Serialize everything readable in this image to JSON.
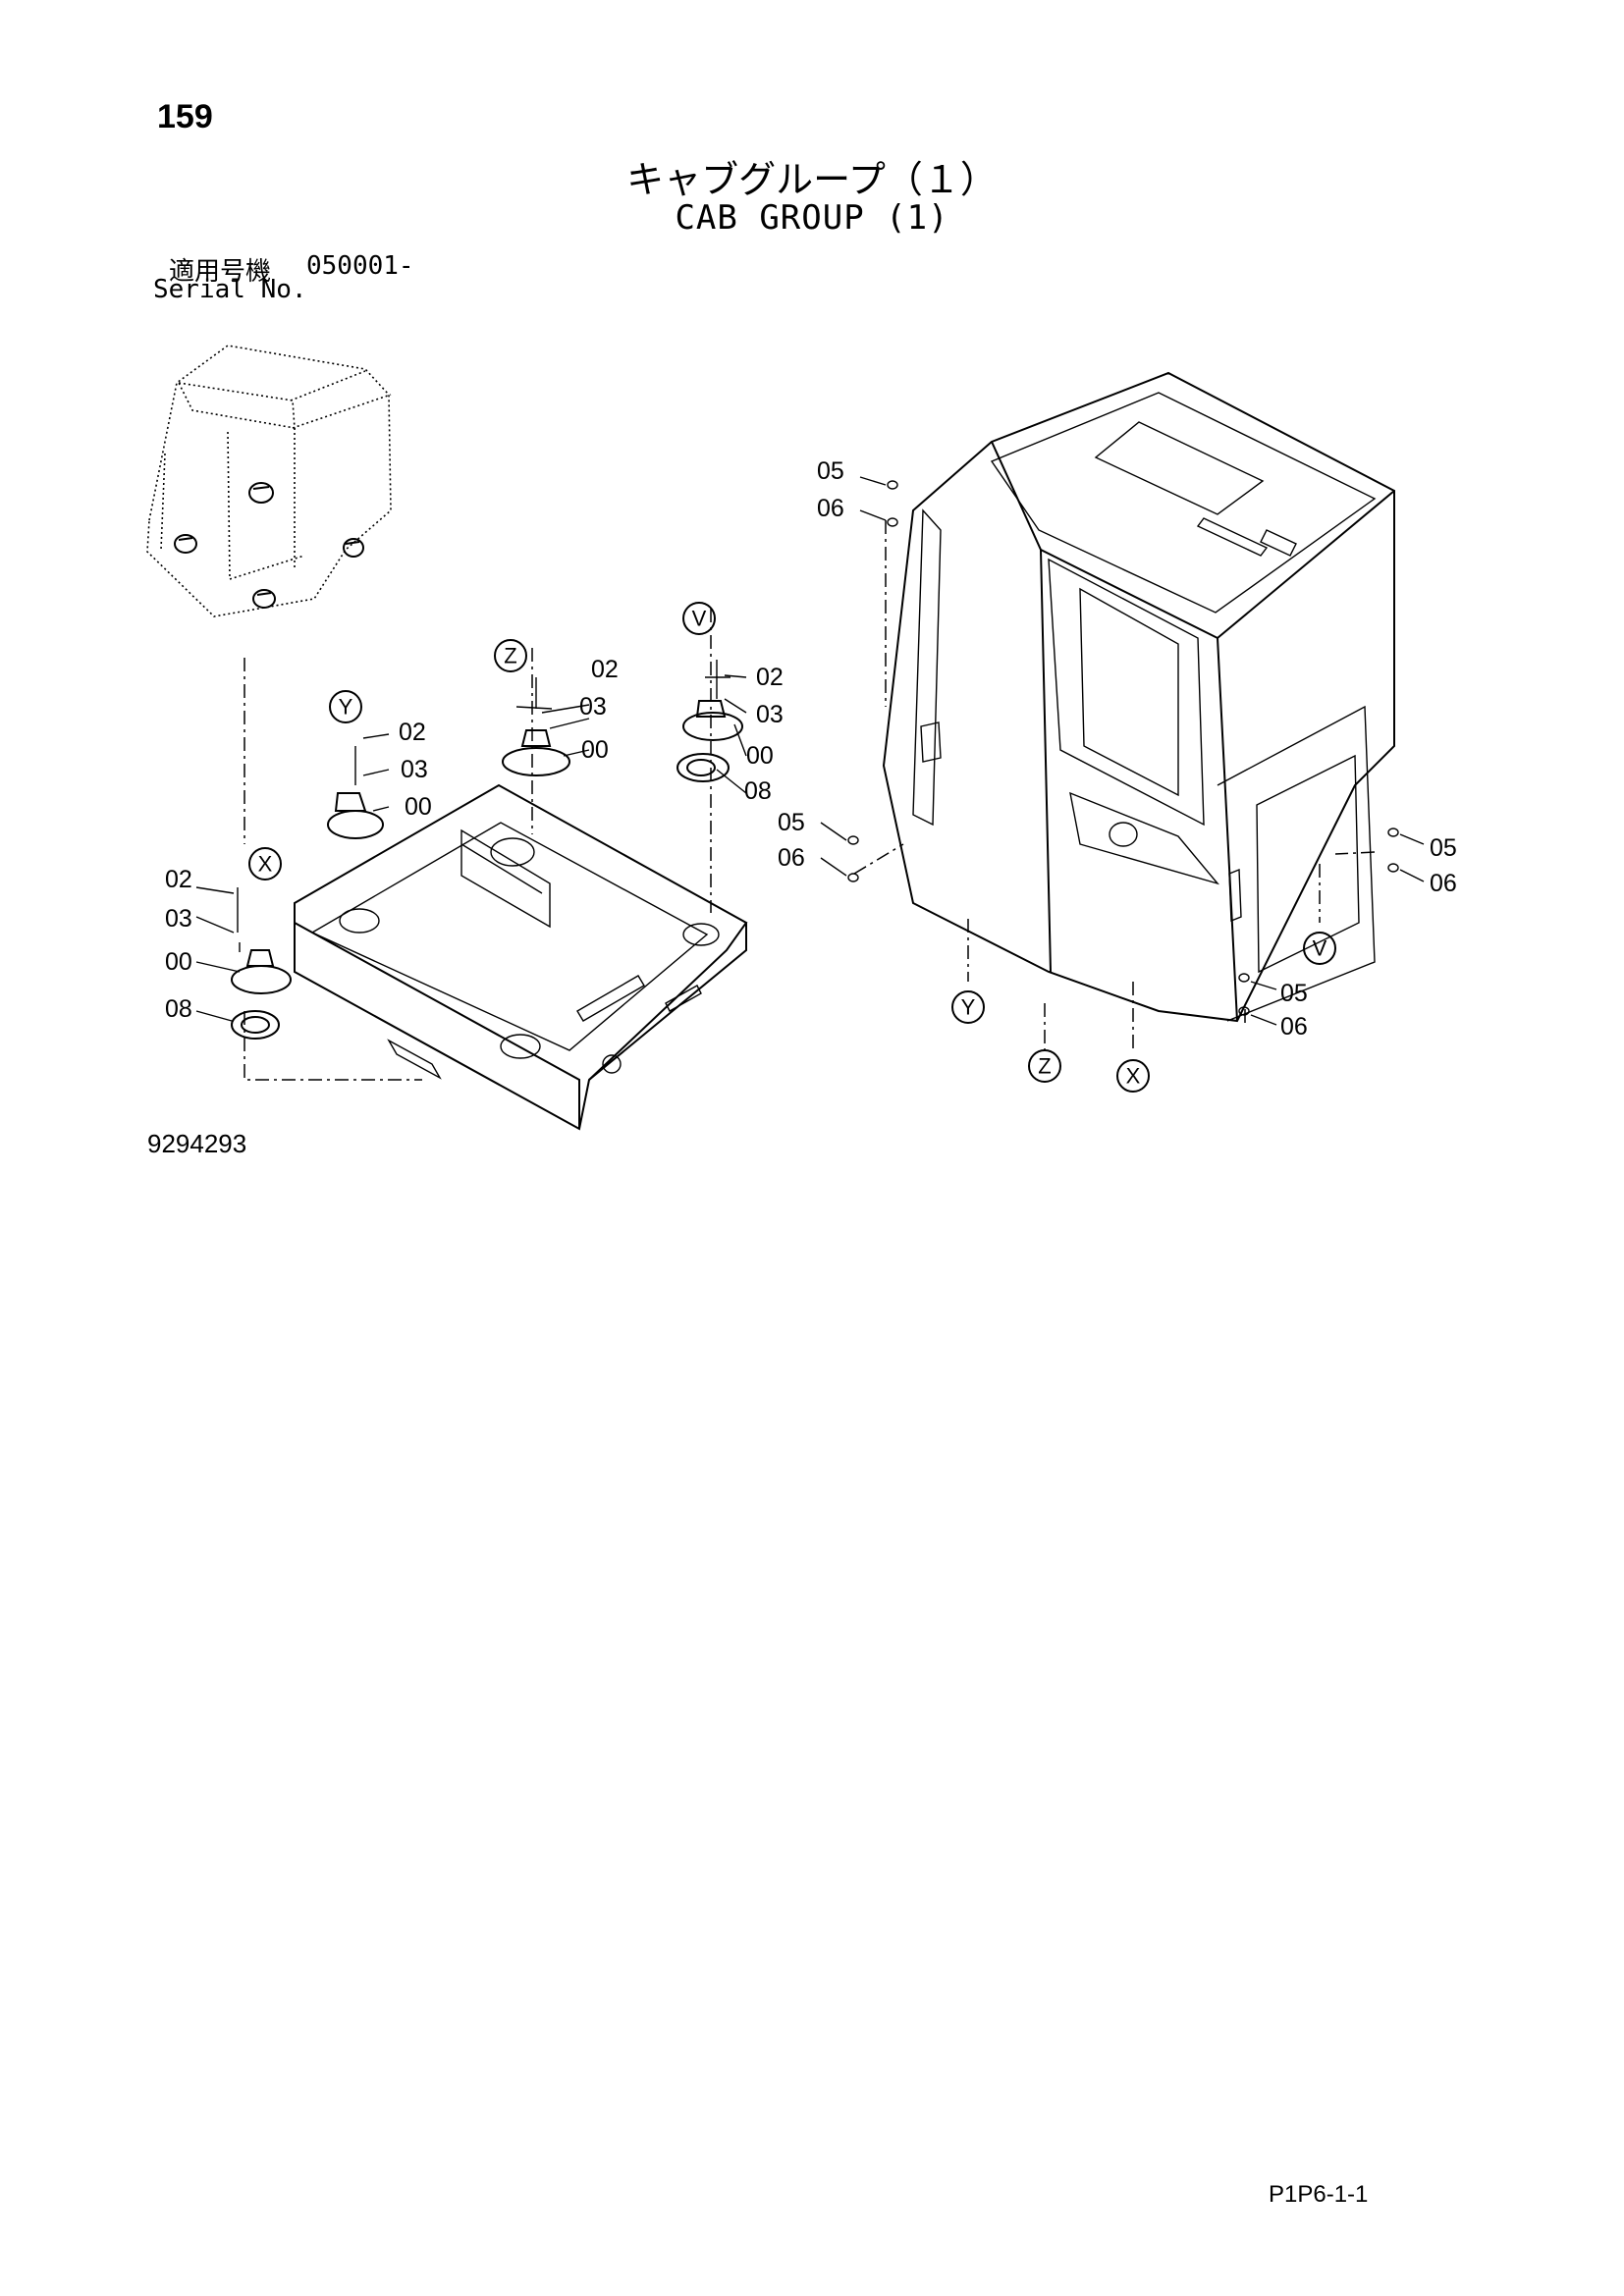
{
  "page_number": "159",
  "title_jp": "キャブグループ（１）",
  "title_en": "CAB GROUP (1)",
  "serial": {
    "label_jp": "適用号機",
    "value": "050001-",
    "label_en": "Serial No."
  },
  "diagram_code": "9294293",
  "page_ref": "P1P6-1-1",
  "ref_circles": {
    "v_top": "V",
    "z_top": "Z",
    "y_top": "Y",
    "x_top": "X",
    "v_bottom": "V",
    "y_bottom": "Y",
    "z_bottom": "Z",
    "x_bottom": "X"
  },
  "callouts": {
    "z_02": "02",
    "z_03": "03",
    "z_00": "00",
    "v_02": "02",
    "v_03": "03",
    "v_00": "00",
    "v_08": "08",
    "y_02": "02",
    "y_03": "03",
    "y_00": "00",
    "x_02": "02",
    "x_03": "03",
    "x_00": "00",
    "x_08": "08",
    "cab_tl_05": "05",
    "cab_tl_06": "06",
    "cab_ml_05": "05",
    "cab_ml_06": "06",
    "cab_r_05": "05",
    "cab_r_06": "06",
    "cab_b_05": "05",
    "cab_b_06": "06"
  }
}
